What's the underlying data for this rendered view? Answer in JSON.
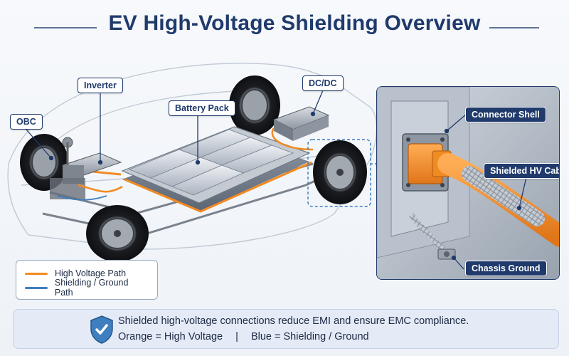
{
  "title": "EV High-Voltage Shielding Overview",
  "callouts": {
    "obc": "OBC",
    "inverter": "Inverter",
    "battery_pack": "Battery Pack",
    "dcdc": "DC/DC",
    "connector_shell": "Connector Shell",
    "shielded_hv_cable": "Shielded HV Cable",
    "chassis_ground": "Chassis Ground"
  },
  "legend": {
    "items": [
      {
        "label": "High Voltage Path",
        "color": "#f28a1f"
      },
      {
        "label": "Shielding / Ground Path",
        "color": "#3f7fbf"
      }
    ]
  },
  "info": {
    "line1": "Shielded high-voltage connections reduce EMI and ensure EMC compliance.",
    "line2_orange": "Orange = High Voltage",
    "line2_sep": "|",
    "line2_blue": "Blue = Shielding / Ground"
  },
  "colors": {
    "primary": "#1f3a6b",
    "high_voltage": "#f28a1f",
    "shielding": "#3f7fbf",
    "icon": "check-shield-icon"
  }
}
